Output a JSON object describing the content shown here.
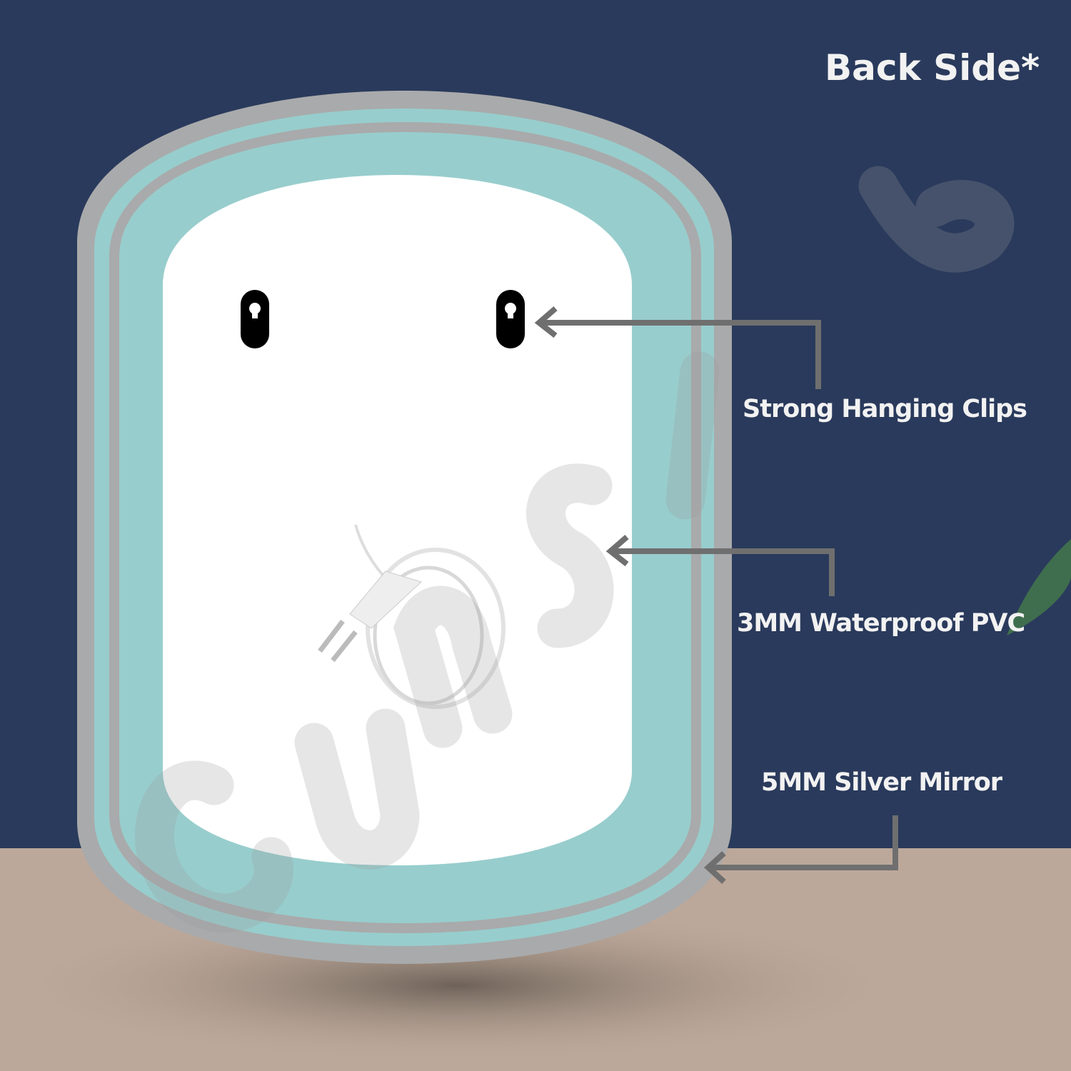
{
  "title": "Back Side*",
  "callouts": [
    {
      "label": "Strong Hanging Clips"
    },
    {
      "label": "3MM Waterproof PVC"
    },
    {
      "label": "5MM Silver Mirror"
    }
  ],
  "watermark": "sunsize",
  "colors": {
    "background": "#2a3a5c",
    "floor": "#bca89a",
    "frame_grey": "#a9aaab",
    "pvc_teal": "#98cdcd",
    "back_white": "#ffffff",
    "arrow": "#6f6f6f"
  }
}
